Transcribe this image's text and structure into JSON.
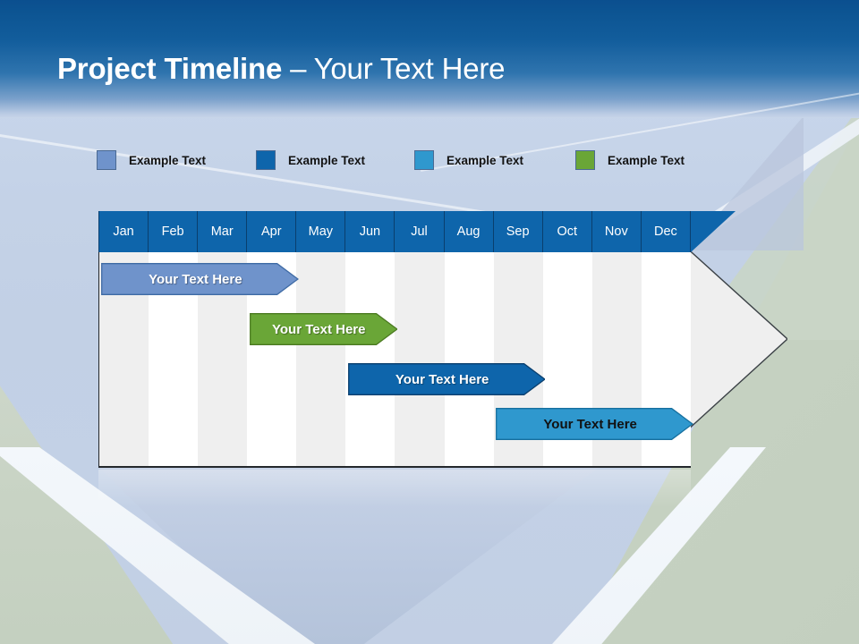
{
  "slide": {
    "title_strong": "Project Timeline",
    "title_separator": " – ",
    "title_light": "Your Text Here"
  },
  "legend": {
    "items": [
      {
        "label": "Example Text",
        "color": "#6f93cb",
        "x": 0
      },
      {
        "label": "Example Text",
        "color": "#0e65ab",
        "x": 178
      },
      {
        "label": "Example Text",
        "color": "#2f98ce",
        "x": 355
      },
      {
        "label": "Example Text",
        "color": "#6aa637",
        "x": 535
      }
    ]
  },
  "chart_data": {
    "type": "bar",
    "title": "Project Timeline – Your Text Here",
    "xlabel": "",
    "ylabel": "",
    "orientation": "horizontal",
    "categories": [
      "Jan",
      "Feb",
      "Mar",
      "Apr",
      "May",
      "Jun",
      "Jul",
      "Aug",
      "Sep",
      "Oct",
      "Nov",
      "Dec"
    ],
    "column_count": 12,
    "grid": true,
    "legend_position": "top",
    "series": [
      {
        "name": "Your  Text Here",
        "label": "Your  Text Here",
        "color": "#6f93cb",
        "outline": "#3f6ba5",
        "text_color": "#ffffff",
        "start_month": "Jan",
        "end_month": "Apr",
        "start_index": 0,
        "end_index": 4,
        "row": 0
      },
      {
        "name": "Your  Text Here",
        "label": "Your  Text Here",
        "color": "#6aa637",
        "outline": "#4b7a21",
        "text_color": "#ffffff",
        "start_month": "Apr",
        "end_month": "Jun",
        "start_index": 3,
        "end_index": 6,
        "row": 1
      },
      {
        "name": "Your  Text Here",
        "label": "Your  Text Here",
        "color": "#0e65ab",
        "outline": "#0a3f6e",
        "text_color": "#ffffff",
        "start_month": "Jun",
        "end_month": "Sep",
        "start_index": 5,
        "end_index": 9,
        "row": 2
      },
      {
        "name": "Your  Text Here",
        "label": "Your  Text Here",
        "color": "#2f98ce",
        "outline": "#166f9e",
        "text_color": "#111111",
        "start_month": "Sep",
        "end_month": "Dec",
        "start_index": 8,
        "end_index": 12,
        "row": 3
      }
    ]
  },
  "colors": {
    "header_blue": "#0e65ab",
    "header_border": "#0a3f6e",
    "grid_shade": "#efefef",
    "grid_white": "#ffffff",
    "arrow_fill": "#efefef",
    "arrow_outline": "#3b4146",
    "title_text": "#ffffff",
    "legend_text": "#131313"
  }
}
